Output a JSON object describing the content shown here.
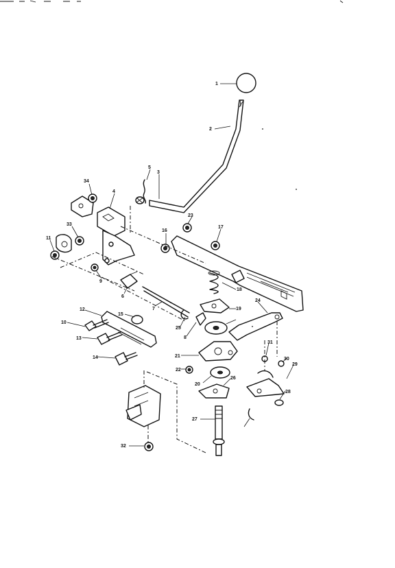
{
  "diagram": {
    "callouts": [
      "1",
      "2",
      "3",
      "4",
      "5",
      "6",
      "7",
      "8",
      "9",
      "10",
      "11",
      "12",
      "13",
      "14",
      "15",
      "16",
      "17",
      "18",
      "19",
      "20",
      "21",
      "22",
      "23",
      "24",
      "25",
      "26",
      "27",
      "28",
      "29",
      "30",
      "31",
      "32",
      "33",
      "34"
    ],
    "header_marks": [
      "",
      ""
    ]
  }
}
